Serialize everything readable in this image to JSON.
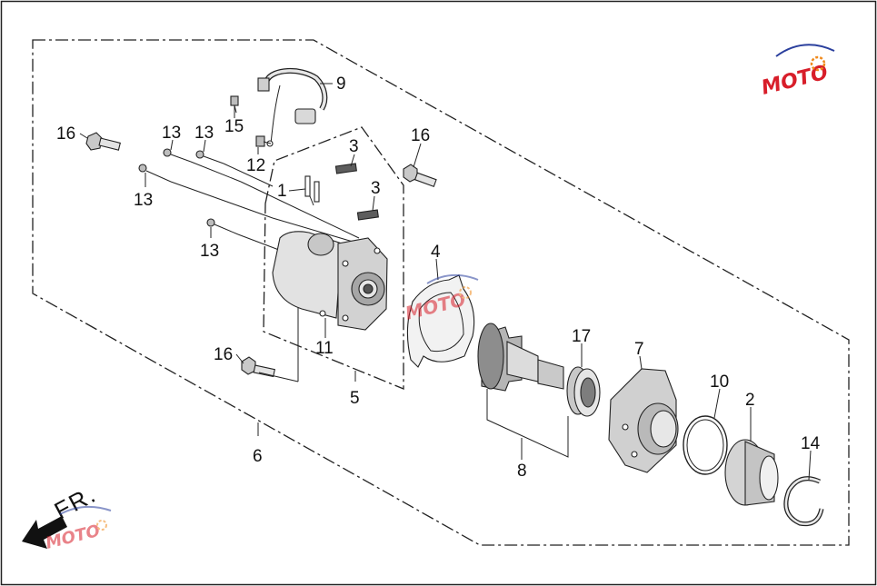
{
  "diagram": {
    "direction_label": "FR.",
    "watermark_text": "MOTO",
    "callouts": {
      "c1": "1",
      "c2": "2",
      "c3a": "3",
      "c3b": "3",
      "c4": "4",
      "c5": "5",
      "c6": "6",
      "c7": "7",
      "c8": "8",
      "c9": "9",
      "c10": "10",
      "c11": "11",
      "c12": "12",
      "c13a": "13",
      "c13b": "13",
      "c13c": "13",
      "c13d": "13",
      "c14": "14",
      "c15": "15",
      "c16a": "16",
      "c16b": "16",
      "c16c": "16",
      "c17": "17"
    },
    "colors": {
      "line": "#222222",
      "part_fill_light": "#e6e6e6",
      "part_fill_mid": "#bdbdbd",
      "part_fill_dark": "#6e6e6e",
      "watermark_red": "#d81e2a",
      "watermark_blue": "#2a3f9d",
      "watermark_orange": "#f08a1c"
    }
  }
}
